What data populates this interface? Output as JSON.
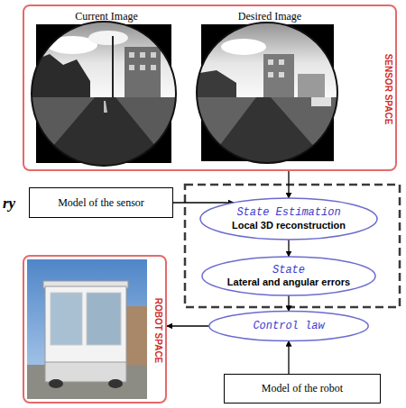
{
  "diagram": {
    "nodes": [
      {
        "text": [
          "Current Image",
          "Desired Image",
          "SENSOR SPACE"
        ]
      },
      {
        "text": [
          "Model of the sensor"
        ]
      },
      {
        "text": [
          "State Estimation",
          "Local 3D reconstruction"
        ]
      },
      {
        "text": [
          "State",
          "Lateral and angular errors"
        ]
      },
      {
        "text": [
          "ROBOT SPACE"
        ]
      },
      {
        "text": [
          "Control law"
        ]
      },
      {
        "text": [
          "Model of the robot"
        ]
      }
    ],
    "edges": [
      {
        "from": 0,
        "to": 2,
        "arrow": "to"
      },
      {
        "from": 1,
        "to": 2,
        "arrow": "to"
      },
      {
        "from": 2,
        "to": 3,
        "arrow": "to"
      },
      {
        "from": 3,
        "to": 5,
        "arrow": "to"
      },
      {
        "from": 5,
        "to": 4,
        "arrow": "to"
      },
      {
        "from": 6,
        "to": 5,
        "arrow": "to"
      }
    ],
    "labels": [
      "ry"
    ]
  }
}
